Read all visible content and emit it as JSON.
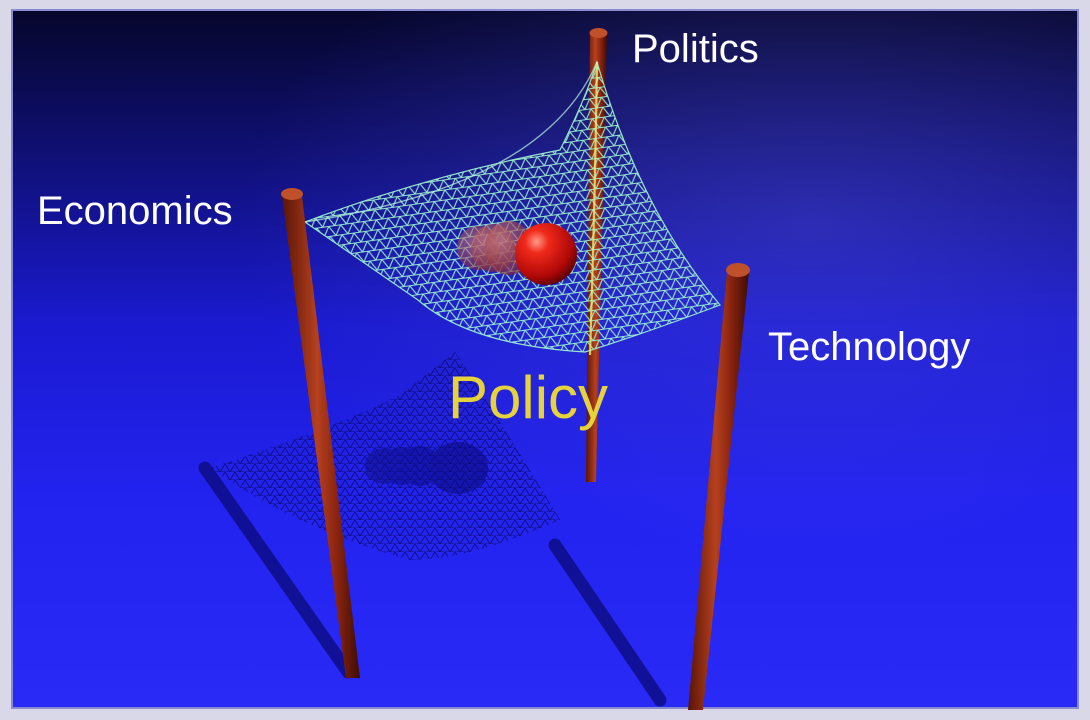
{
  "labels": {
    "politics": "Politics",
    "economics": "Economics",
    "technology": "Technology",
    "center": "Policy"
  },
  "colors": {
    "background_top": "#06062c",
    "background_bottom": "#2a2af6",
    "pole": "#8a2410",
    "pole_highlight": "#c0502a",
    "net": "#8fe8c8",
    "net_accent": "#e8f070",
    "sphere": "#e01010",
    "pillar_label": "#ffffff",
    "center_label": "#e6d23a"
  }
}
